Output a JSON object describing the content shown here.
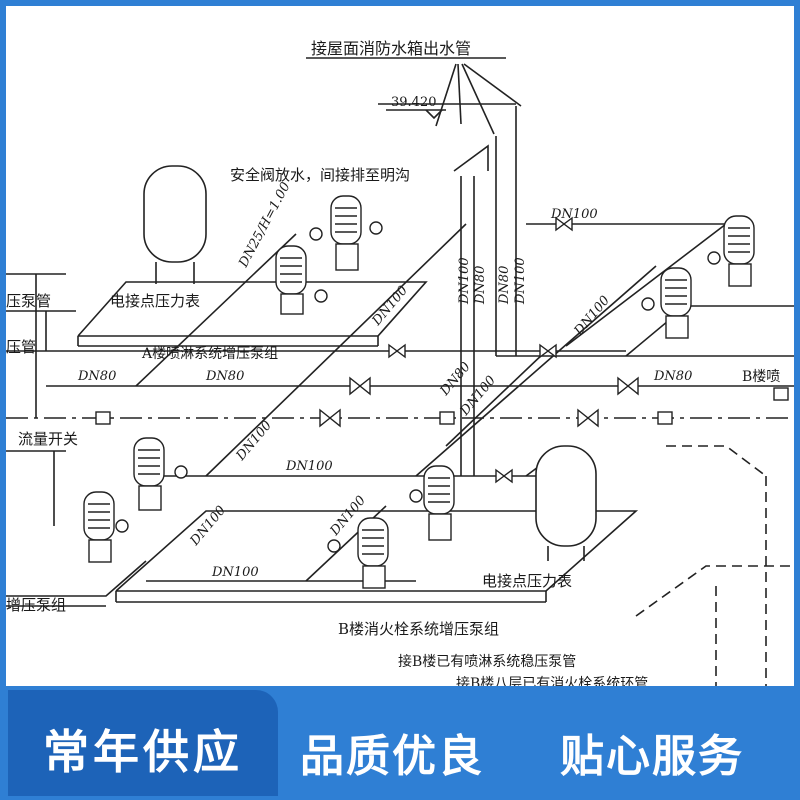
{
  "diagram": {
    "top_label": "接屋面消防水箱出水管",
    "elevation": "39.420",
    "safety_valve_note": "安全阀放水，间接排至明沟",
    "dn_h_note": "DN25/H=1.00",
    "pressure_gauge_a": "电接点压力表",
    "pressure_gauge_b": "电接点压力表",
    "flow_switch": "流量开关",
    "group_a": "A楼喷淋系统增压泵组",
    "group_b": "B楼消火栓系统增压泵组",
    "group_left": "增压泵组",
    "left_pipe_1": "压泵管",
    "left_pipe_2": "压管",
    "right_cut": "B楼喷",
    "connect_1": "接B楼已有喷淋系统稳压泵管",
    "connect_2": "接B楼八层已有消火栓系统环管",
    "dn80": "DN80",
    "dn100": "DN100"
  },
  "banner": {
    "badge": "常年供应",
    "slogan_1": "品质优良",
    "slogan_2": "贴心服务"
  },
  "colors": {
    "frame": "#2f7fd4",
    "badge": "#1d63b8",
    "line": "#222222"
  }
}
